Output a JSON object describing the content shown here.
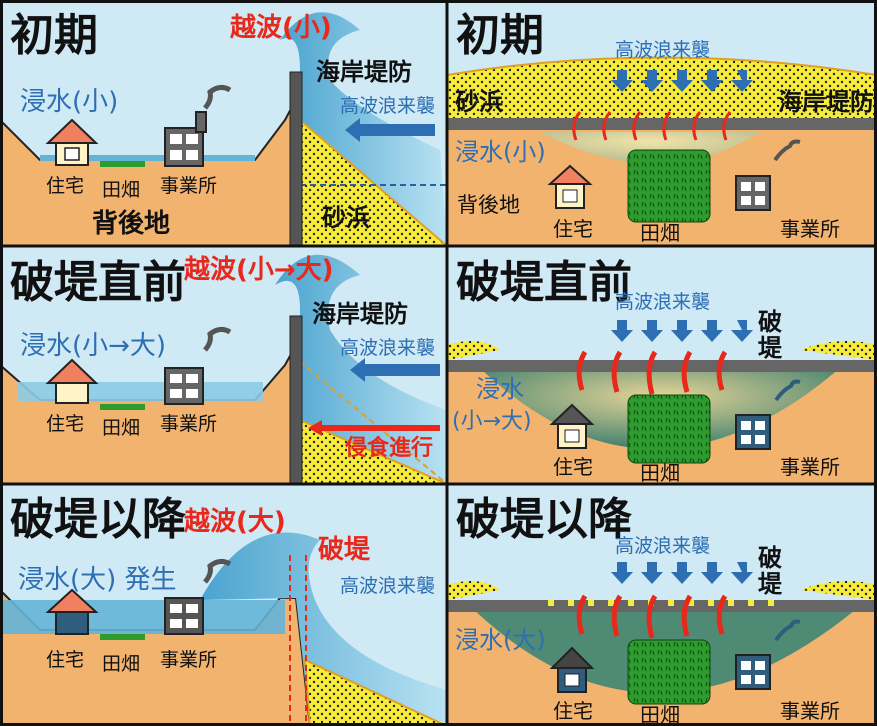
{
  "panels": {
    "left_initial": {
      "title": "初期",
      "overtop": "越波(小)",
      "seawall": "海岸堤防",
      "waves": "高波浪来襲",
      "flood": "浸水(小)",
      "house": "住宅",
      "field": "田畑",
      "office": "事業所",
      "hinterland": "背後地",
      "beach": "砂浜"
    },
    "right_initial": {
      "title": "初期",
      "waves": "高波浪来襲",
      "beach": "砂浜",
      "seawall": "海岸堤防",
      "flood": "浸水(小)",
      "hinterland": "背後地",
      "house": "住宅",
      "field": "田畑",
      "office": "事業所"
    },
    "left_before": {
      "title": "破堤直前",
      "overtop": "越波(小→大)",
      "seawall": "海岸堤防",
      "waves": "高波浪来襲",
      "flood": "浸水(小→大)",
      "house": "住宅",
      "field": "田畑",
      "office": "事業所",
      "erosion": "侵食進行"
    },
    "right_before": {
      "title": "破堤直前",
      "waves": "高波浪来襲",
      "breach1": "破",
      "breach2": "堤",
      "flood1": "浸水",
      "flood2": "(小→大)",
      "house": "住宅",
      "field": "田畑",
      "office": "事業所"
    },
    "left_after": {
      "title": "破堤以降",
      "overtop": "越波(大)",
      "breach": "破堤",
      "flood": "浸水(大) 発生",
      "waves": "高波浪来襲",
      "house": "住宅",
      "field": "田畑",
      "office": "事業所"
    },
    "right_after": {
      "title": "破堤以降",
      "waves": "高波浪来襲",
      "breach1": "破",
      "breach2": "堤",
      "flood": "浸水(大)",
      "house": "住宅",
      "field": "田畑",
      "office": "事業所"
    }
  },
  "colors": {
    "sky": "#cfe9f5",
    "ground": "#f2b36e",
    "water": "#64b4d8",
    "sand": "#f7ec3a",
    "levee": "#666666",
    "field": "#2e9b2e",
    "flood_deep": "#5e8c6e",
    "red": "#e8281b",
    "blue": "#2e6fb3"
  },
  "icons": [
    "house-icon",
    "factory-icon",
    "down-arrow-icon",
    "left-arrow-icon",
    "curved-red-arrow-icon",
    "smoke-icon"
  ]
}
